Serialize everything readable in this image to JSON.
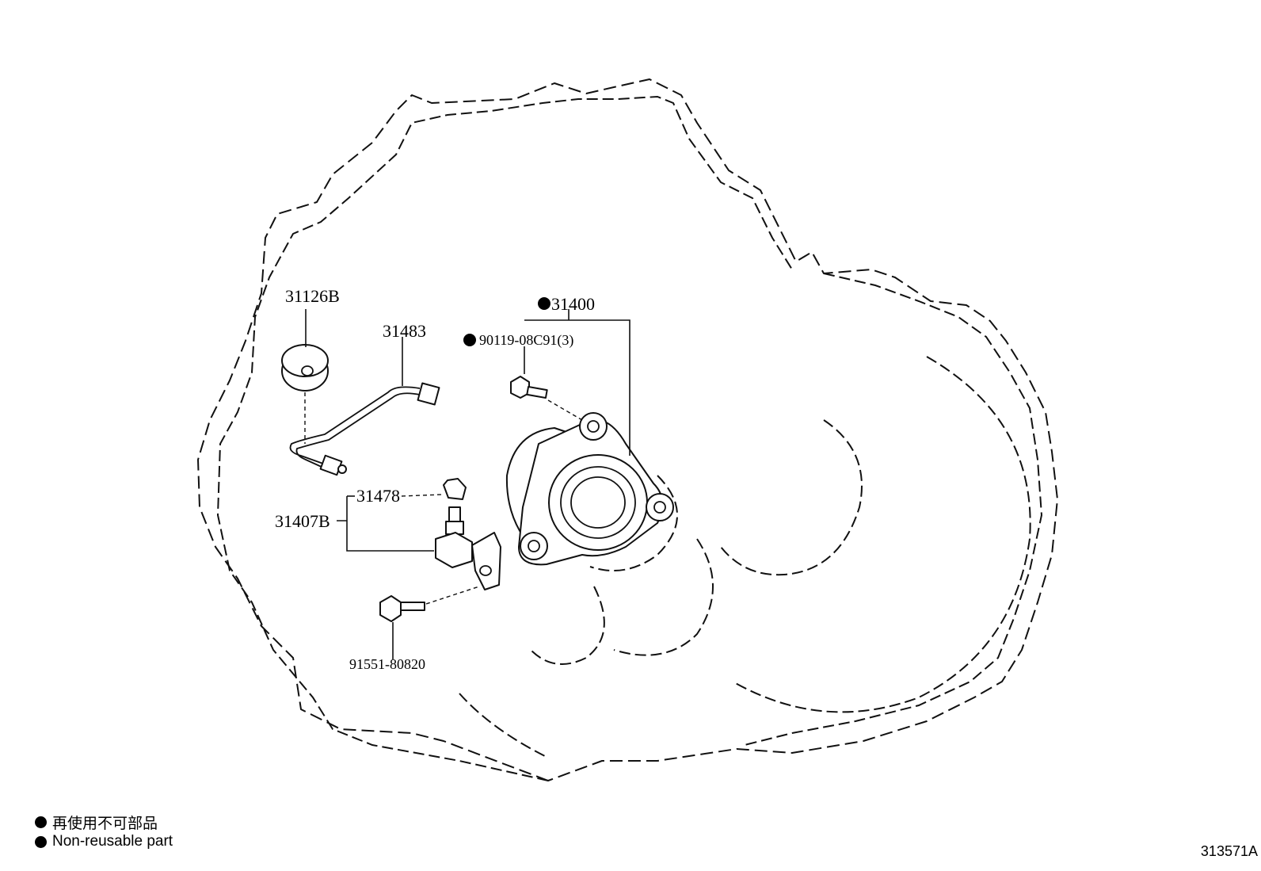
{
  "labels": {
    "part_31126B": "31126B",
    "part_31483": "31483",
    "part_31400": "31400",
    "part_90119": "90119-08C91(3)",
    "part_31478": "31478",
    "part_31407B": "31407B",
    "part_91551": "91551-80820"
  },
  "legend": {
    "line1": "再使用不可部品",
    "line2": "Non-reusable part"
  },
  "figure_id": "313571A",
  "colors": {
    "ink": "#111111",
    "background": "#ffffff"
  }
}
